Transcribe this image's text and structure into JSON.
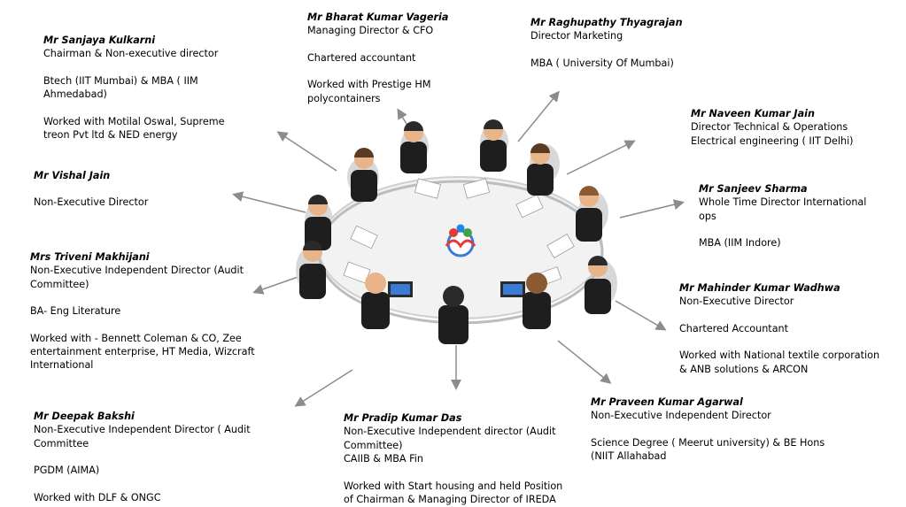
{
  "members": [
    {
      "id": "sanjaya",
      "name": "Mr Sanjaya Kulkarni",
      "lines": [
        "Chairman & Non-executive director",
        "",
        "Btech (IIT Mumbai) & MBA ( IIM",
        "Ahmedabad)",
        "",
        "Worked with Motilal Oswal, Supreme",
        "treon Pvt ltd & NED energy"
      ]
    },
    {
      "id": "bharat",
      "name": "Mr Bharat Kumar Vageria",
      "lines": [
        "Managing Director & CFO",
        "",
        "Chartered accountant",
        "",
        "Worked with Prestige HM",
        "polycontainers"
      ]
    },
    {
      "id": "raghupathy",
      "name": "Mr Raghupathy Thyagrajan",
      "lines": [
        "Director Marketing",
        "",
        "MBA ( University Of Mumbai)"
      ]
    },
    {
      "id": "naveen",
      "name": "Mr Naveen Kumar Jain",
      "lines": [
        "Director Technical & Operations",
        "Electrical engineering ( IIT Delhi)"
      ]
    },
    {
      "id": "vishal",
      "name": "Mr Vishal Jain",
      "lines": [
        "",
        "Non-Executive Director"
      ]
    },
    {
      "id": "sanjeev",
      "name": "Mr Sanjeev Sharma",
      "lines": [
        "Whole Time Director International",
        "ops",
        "",
        "MBA (IIM Indore)"
      ]
    },
    {
      "id": "triveni",
      "name": "Mrs Triveni Makhijani",
      "lines": [
        "Non-Executive Independent Director (Audit",
        "Committee)",
        "",
        "BA- Eng Literature",
        "",
        "Worked with - Bennett Coleman & CO, Zee",
        "entertainment enterprise, HT Media, Wizcraft",
        "International"
      ]
    },
    {
      "id": "mahinder",
      "name": "Mr Mahinder Kumar Wadhwa",
      "lines": [
        "Non-Executive Director",
        "",
        "Chartered Accountant",
        "",
        "Worked with National textile corporation",
        "& ANB solutions & ARCON"
      ]
    },
    {
      "id": "praveen",
      "name": "Mr Praveen Kumar Agarwal",
      "lines": [
        "Non-Executive Independent Director",
        "",
        "Science Degree ( Meerut university) & BE Hons",
        "(NIIT Allahabad"
      ]
    },
    {
      "id": "deepak",
      "name": "Mr Deepak Bakshi",
      "lines": [
        "Non-Executive Independent Director ( Audit",
        "Committee",
        "",
        "PGDM (AIMA)",
        "",
        "Worked with DLF & ONGC"
      ]
    },
    {
      "id": "pradip",
      "name": "Mr Pradip Kumar Das",
      "lines": [
        "Non-Executive Independent director (Audit",
        "Committee)",
        "CAIIB & MBA Fin",
        "",
        "Worked with Start housing and held Position",
        "of Chairman & Managing Director of IREDA"
      ]
    }
  ],
  "colors": {
    "arrow": "#8c8c8c",
    "suit": "#1e1e1e",
    "table": "#f2f2f2",
    "chair": "#d0d0d0"
  }
}
